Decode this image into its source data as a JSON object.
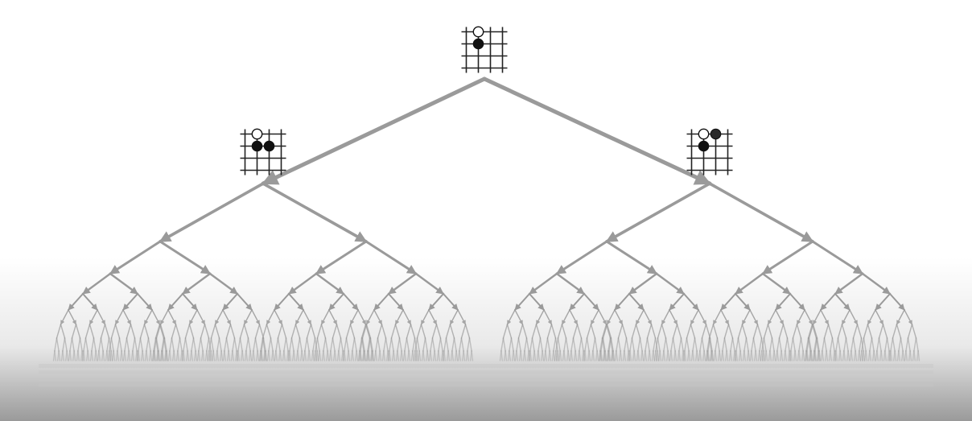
{
  "diagram": {
    "kind": "game-tree",
    "branching": 2,
    "levels_drawn": 9,
    "edge_color": "#9a9a9a",
    "board_line_color": "#222222",
    "background_top": "#ffffff",
    "background_bottom": "#9a9a9a",
    "nodes": [
      {
        "id": "root",
        "stones": [
          {
            "color": "white",
            "col": 1,
            "row": 0
          },
          {
            "color": "black",
            "col": 1,
            "row": 1
          }
        ]
      },
      {
        "id": "left-child",
        "stones": [
          {
            "color": "white",
            "col": 1,
            "row": 0
          },
          {
            "color": "black",
            "col": 1,
            "row": 1
          },
          {
            "color": "black",
            "col": 2,
            "row": 1
          }
        ]
      },
      {
        "id": "right-child",
        "stones": [
          {
            "color": "white",
            "col": 1,
            "row": 0
          },
          {
            "color": "black",
            "col": 1,
            "row": 1
          },
          {
            "color": "dark",
            "col": 2,
            "row": 0
          }
        ]
      }
    ]
  }
}
